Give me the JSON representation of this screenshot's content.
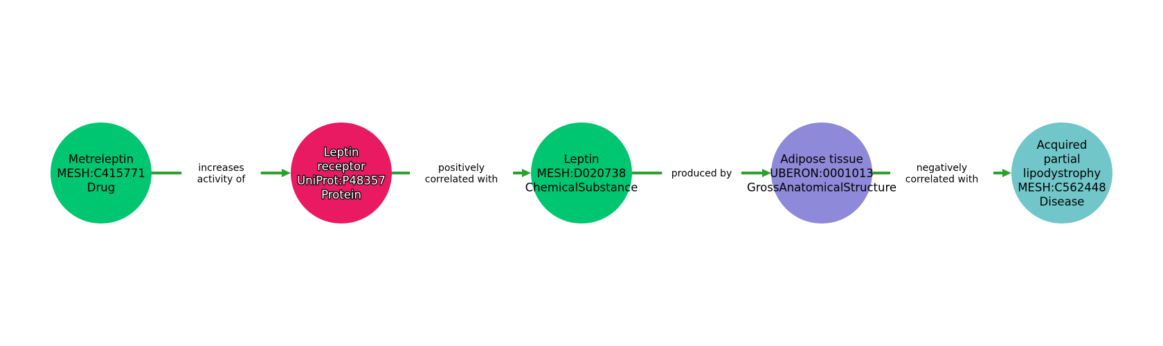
{
  "graph": {
    "edge_color": "#2ca02c",
    "nodes": [
      {
        "id": "n0",
        "lines": [
          "Metreleptin",
          "MESH:C415771",
          "Drug"
        ],
        "color": "#00c571",
        "outlined": false
      },
      {
        "id": "n1",
        "lines": [
          "Leptin",
          "receptor",
          "UniProt:P48357",
          "Protein"
        ],
        "color": "#e91962",
        "outlined": true
      },
      {
        "id": "n2",
        "lines": [
          "Leptin",
          "MESH:D020738",
          "ChemicalSubstance"
        ],
        "color": "#00c571",
        "outlined": false
      },
      {
        "id": "n3",
        "lines": [
          "Adipose tissue",
          "UBERON:0001013",
          "GrossAnatomicalStructure"
        ],
        "color": "#8e89d8",
        "outlined": false
      },
      {
        "id": "n4",
        "lines": [
          "Acquired",
          "partial",
          "lipodystrophy",
          "MESH:C562448",
          "Disease"
        ],
        "color": "#71c6ca",
        "outlined": false
      }
    ],
    "edges": [
      {
        "from": 0,
        "to": 1,
        "label_lines": [
          "increases",
          "activity of"
        ]
      },
      {
        "from": 1,
        "to": 2,
        "label_lines": [
          "positively",
          "correlated with"
        ]
      },
      {
        "from": 2,
        "to": 3,
        "label_lines": [
          "produced by"
        ]
      },
      {
        "from": 3,
        "to": 4,
        "label_lines": [
          "negatively",
          "correlated with"
        ]
      }
    ]
  }
}
